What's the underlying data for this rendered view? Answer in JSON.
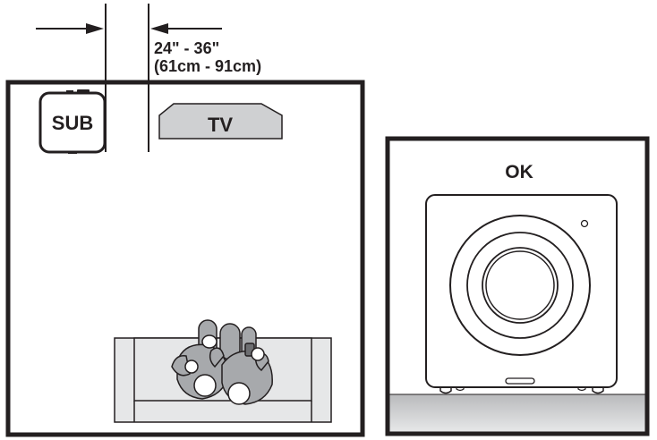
{
  "measurement": {
    "distance_in": "24\" - 36\"",
    "distance_cm": "(61cm - 91cm)"
  },
  "room": {
    "sub_label": "SUB",
    "tv_label": "TV"
  },
  "placement": {
    "status_label": "OK"
  },
  "colors": {
    "ink": "#231f20",
    "tv_fill": "#cfd0d2",
    "sofa_fill": "#e6e7e8",
    "people_fill": "#a7a9ac",
    "floor_fill": "#c8c9cb"
  }
}
